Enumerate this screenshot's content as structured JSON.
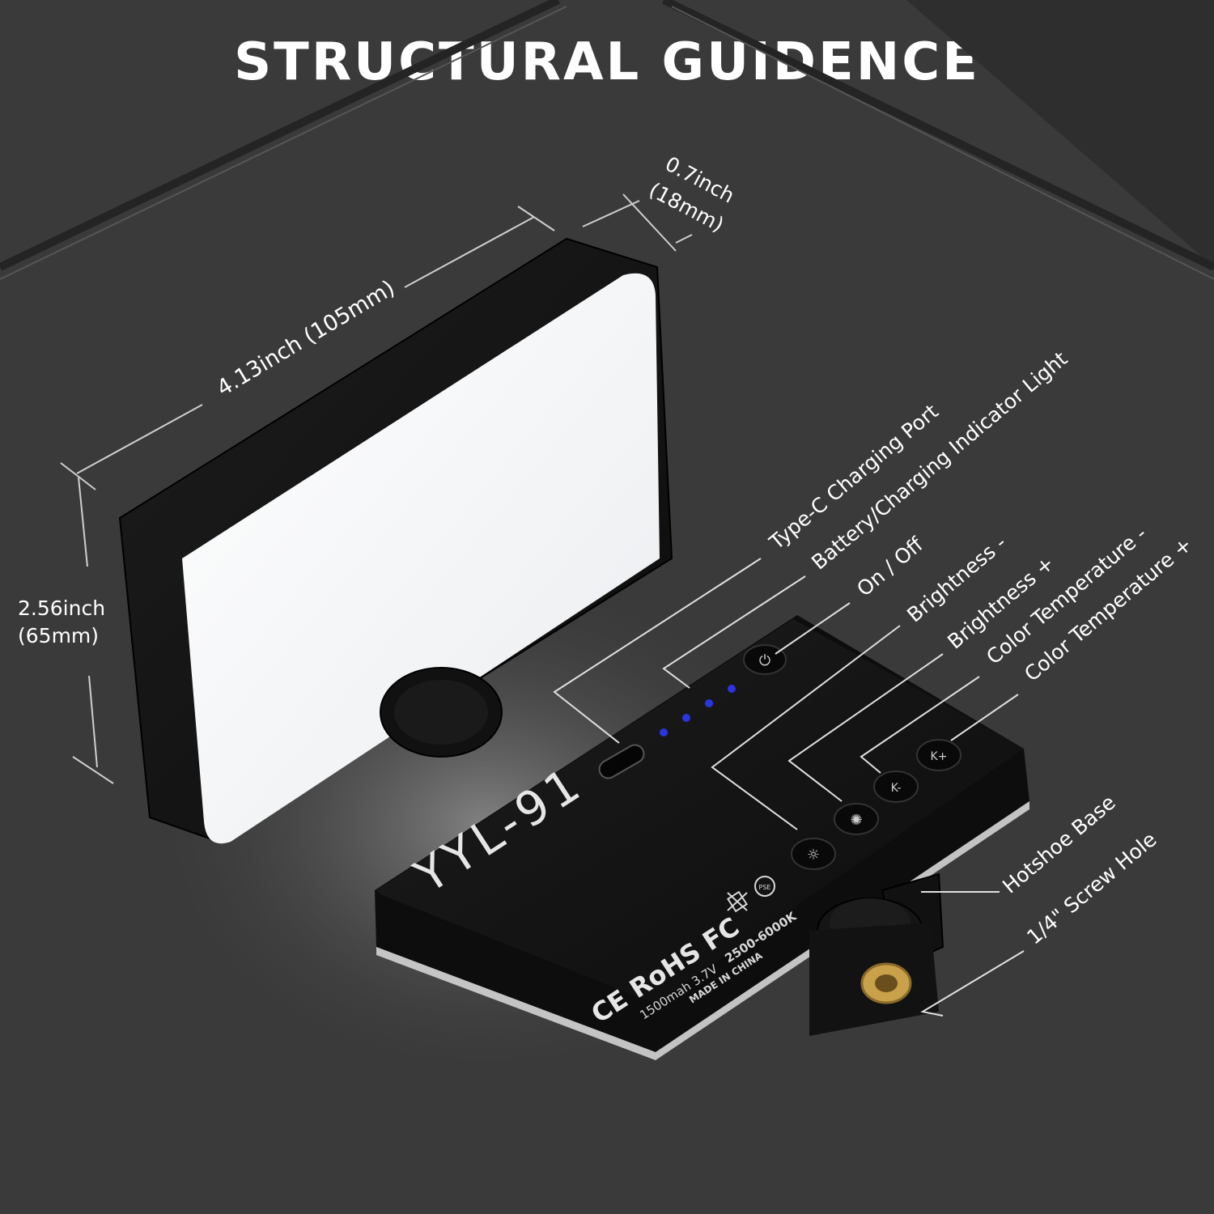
{
  "title": "STRUCTURAL GUIDENCE",
  "dimensions": {
    "width": "4.13inch (105mm)",
    "depth_inch": "0.7inch",
    "depth_mm": "(18mm)",
    "height_inch": "2.56inch",
    "height_mm": "(65mm)"
  },
  "callouts": {
    "type_c": "Type-C Charging Port",
    "battery": "Battery/Charging Indicator Light",
    "power": "On / Off",
    "brightness_down": "Brightness -",
    "brightness_up": "Brightness +",
    "color_temp_down": "Color Temperature -",
    "color_temp_up": "Color Temperature +",
    "hotshoe": "Hotshoe Base",
    "screw_hole": "1/4\" Screw Hole"
  },
  "device": {
    "model": "YYL-91",
    "cert_marks": "CE RoHS FC",
    "spec_capacity": "1500mah 3.7V",
    "spec_temp": "2500-6000K",
    "origin": "MADE IN CHINA",
    "button_k_minus": "K-",
    "button_k_plus": "K+",
    "pse_mark": "PSE"
  },
  "battery_indicator": {
    "lit": 4,
    "total": 4
  },
  "colors": {
    "background": "#3a3a3a",
    "device_body": "#141414",
    "panel": "#f4f6f8",
    "indicator_led": "#2a35e0",
    "brass": "#c9a14a"
  }
}
